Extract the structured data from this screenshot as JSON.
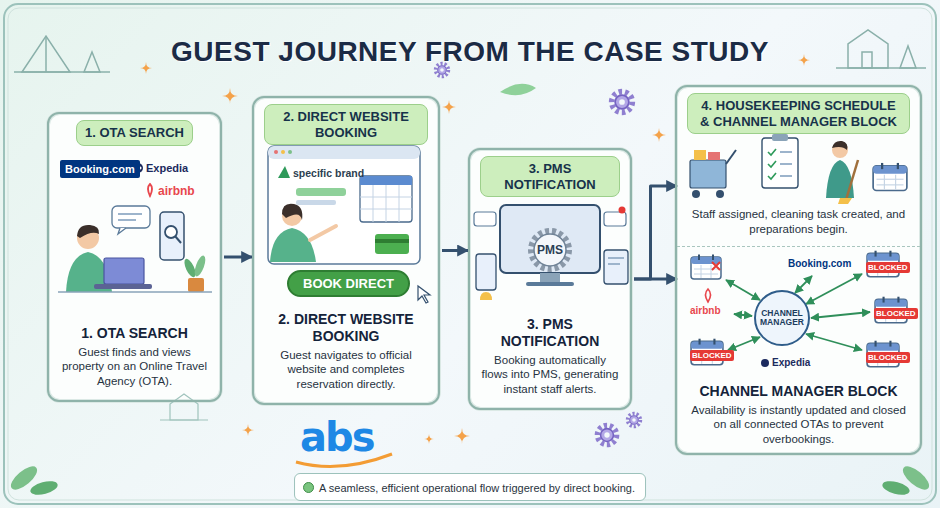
{
  "diagram": {
    "title": "GUEST JOURNEY FROM THE CASE STUDY",
    "caption": "A seamless, efficient operational flow triggered by direct booking.",
    "nodes": [
      {
        "text": [
          "1. OTA SEARCH",
          "1. OTA SEARCH",
          "Guest finds and views property on an Online Travel Agency (OTA)."
        ]
      },
      {
        "text": [
          "2. DIRECT WEBSITE BOOKING",
          "2. DIRECT WEBSITE BOOKING",
          "Guest navigates to official website and completes reservation directly."
        ]
      },
      {
        "text": [
          "3. PMS NOTIFICATION",
          "3. PMS NOTIFICATION",
          "Booking automatically flows into PMS, generating instant staff alerts."
        ]
      },
      {
        "text": [
          "4. HOUSEKEEPING SCHEDULE & CHANNEL MANAGER BLOCK"
        ]
      },
      {
        "text": [
          "Staff assigned, cleaning task created, and preparations begin."
        ],
        "in": 3
      },
      {
        "text": [
          "CHANNEL MANAGER BLOCK",
          "Availability is instantly updated and closed on all connected OTAs to prevent overbookings."
        ],
        "in": 3
      },
      {
        "text": [
          "CHANNEL MANAGER"
        ],
        "in": 5
      }
    ],
    "edges": [
      {
        "from": 0,
        "to": 1,
        "arrow": "to"
      },
      {
        "from": 1,
        "to": 2,
        "arrow": "to"
      },
      {
        "from": 2,
        "to": 4,
        "arrow": "to"
      },
      {
        "from": 2,
        "to": 5,
        "arrow": "to"
      }
    ],
    "labels": [
      "Booking.com",
      "Expedia",
      "airbnb",
      "specific brand",
      "BOOK DIRECT",
      "PMS",
      "airbnb",
      "Booking.com",
      "Expedia",
      "BLOCKED",
      "BLOCKED",
      "BLOCKED",
      "BLOCKED",
      "abs"
    ]
  }
}
